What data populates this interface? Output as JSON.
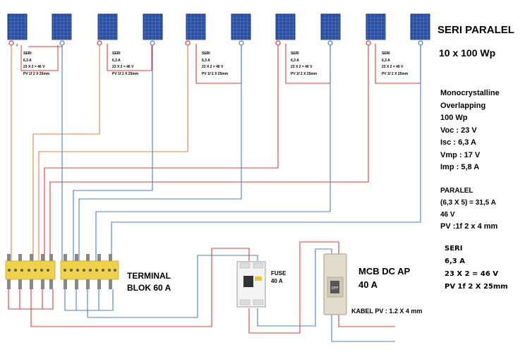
{
  "title": "SERI PARALEL",
  "power": "10 x 100 Wp",
  "panel_specs": [
    "Monocrystalline",
    "Overlapping",
    "100 Wp",
    "Voc  : 23 V",
    "Isc   : 6,3 A",
    "Vmp  : 17 V",
    "Imp  : 5,8 A"
  ],
  "paralel": [
    "PARALEL",
    "(6,3 X 5) = 31,5 A",
    "46 V",
    "PV :1f 2 x 4 mm"
  ],
  "seri_right": [
    "SERI",
    "6,3 A",
    "23 X 2 = 46 V",
    "PV 1f 2 X 25mm"
  ],
  "seri_note": [
    "SERI",
    "6,3 A",
    "23 X 2 = 46 V",
    "PV 1f 2 X 25mm"
  ],
  "terminal": [
    "TERMINAL",
    "BLOK 60 A"
  ],
  "fuse": [
    "FUSE",
    "40 A"
  ],
  "mcb": [
    "MCB DC AP",
    "40 A"
  ],
  "kabel": "KABEL PV : 1.2 X 4 mm",
  "colors": {
    "positive_wire": "#e8383d",
    "negative_wire": "#4a7fd0",
    "series_link": "#e8823c",
    "panel": "#2a4d9c",
    "terminal_block": "#e8c838"
  },
  "icons": [
    "solar-panel-icon",
    "positive-terminal-icon",
    "negative-terminal-icon",
    "breaker-icon",
    "mcb-icon"
  ]
}
